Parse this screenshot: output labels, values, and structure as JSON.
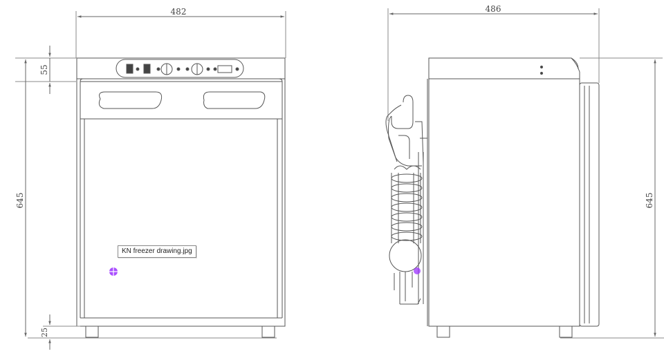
{
  "image": {
    "tooltip_filename": "KN freezer drawing.jpg"
  },
  "front_view": {
    "width_dim": "482",
    "height_dim": "645",
    "panel_dim": "55",
    "foot_dim": "25"
  },
  "side_view": {
    "depth_dim": "486",
    "height_dim": "645"
  },
  "colors": {
    "line": "#555555",
    "dim": "#666666",
    "cursor": "#9b30ff"
  },
  "icons": {
    "cursor": "move-cursor-icon"
  }
}
